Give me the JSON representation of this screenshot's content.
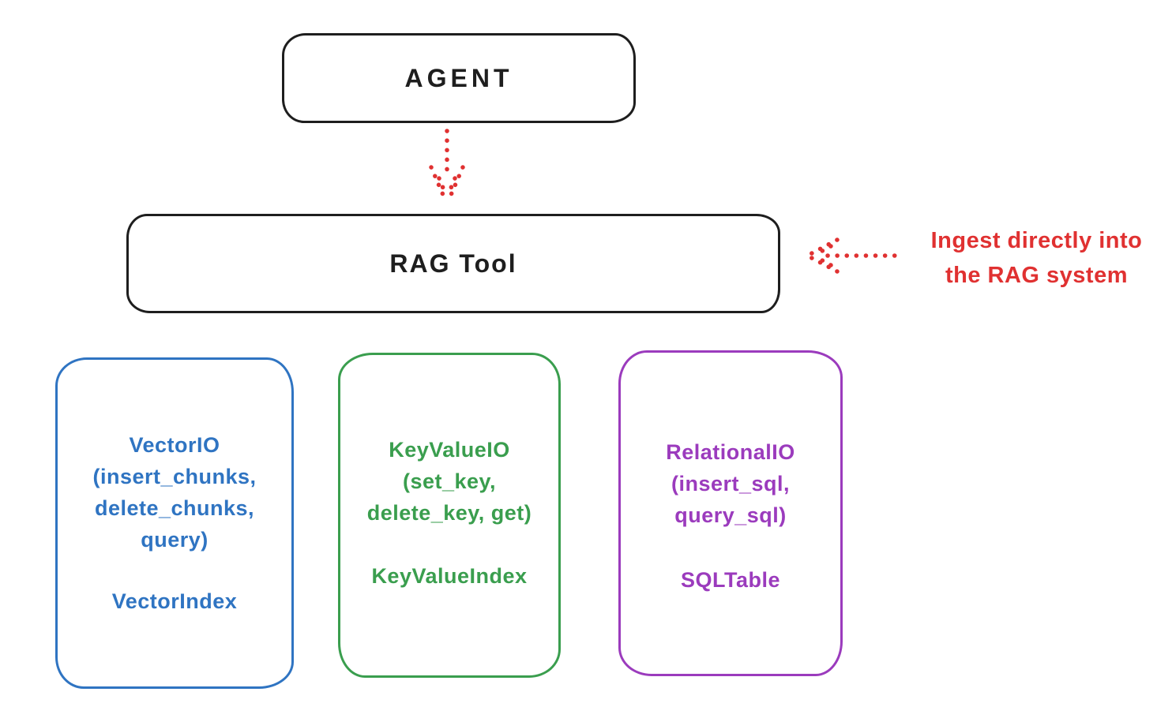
{
  "diagram": {
    "background": "#ffffff",
    "colors": {
      "ink_black": "#1e1e1e",
      "accent_red": "#e03131",
      "vector_blue": "#2f74c2",
      "keyvalue_green": "#3a9e4e",
      "relational_purple": "#9b3bbd"
    },
    "nodes": {
      "agent": {
        "label": "AGENT"
      },
      "rag_tool": {
        "label": "RAG Tool"
      },
      "vector_io": {
        "lines": [
          "VectorIO",
          "(insert_chunks,",
          "delete_chunks,",
          "query)"
        ],
        "footer": "VectorIndex"
      },
      "key_value_io": {
        "lines": [
          "KeyValueIO",
          "(set_key,",
          "delete_key, get)"
        ],
        "footer": "KeyValueIndex"
      },
      "relational_io": {
        "lines": [
          "RelationalIO",
          "(insert_sql,",
          "query_sql)"
        ],
        "footer": "SQLTable"
      }
    },
    "annotation": {
      "lines": [
        "Ingest directly into",
        "the RAG system"
      ]
    },
    "arrows": {
      "agent_to_rag_tool": {
        "style": "dotted",
        "color": "#e03131",
        "direction": "down"
      },
      "annotation_to_rag_tool": {
        "style": "dotted",
        "color": "#e03131",
        "direction": "left"
      }
    }
  }
}
